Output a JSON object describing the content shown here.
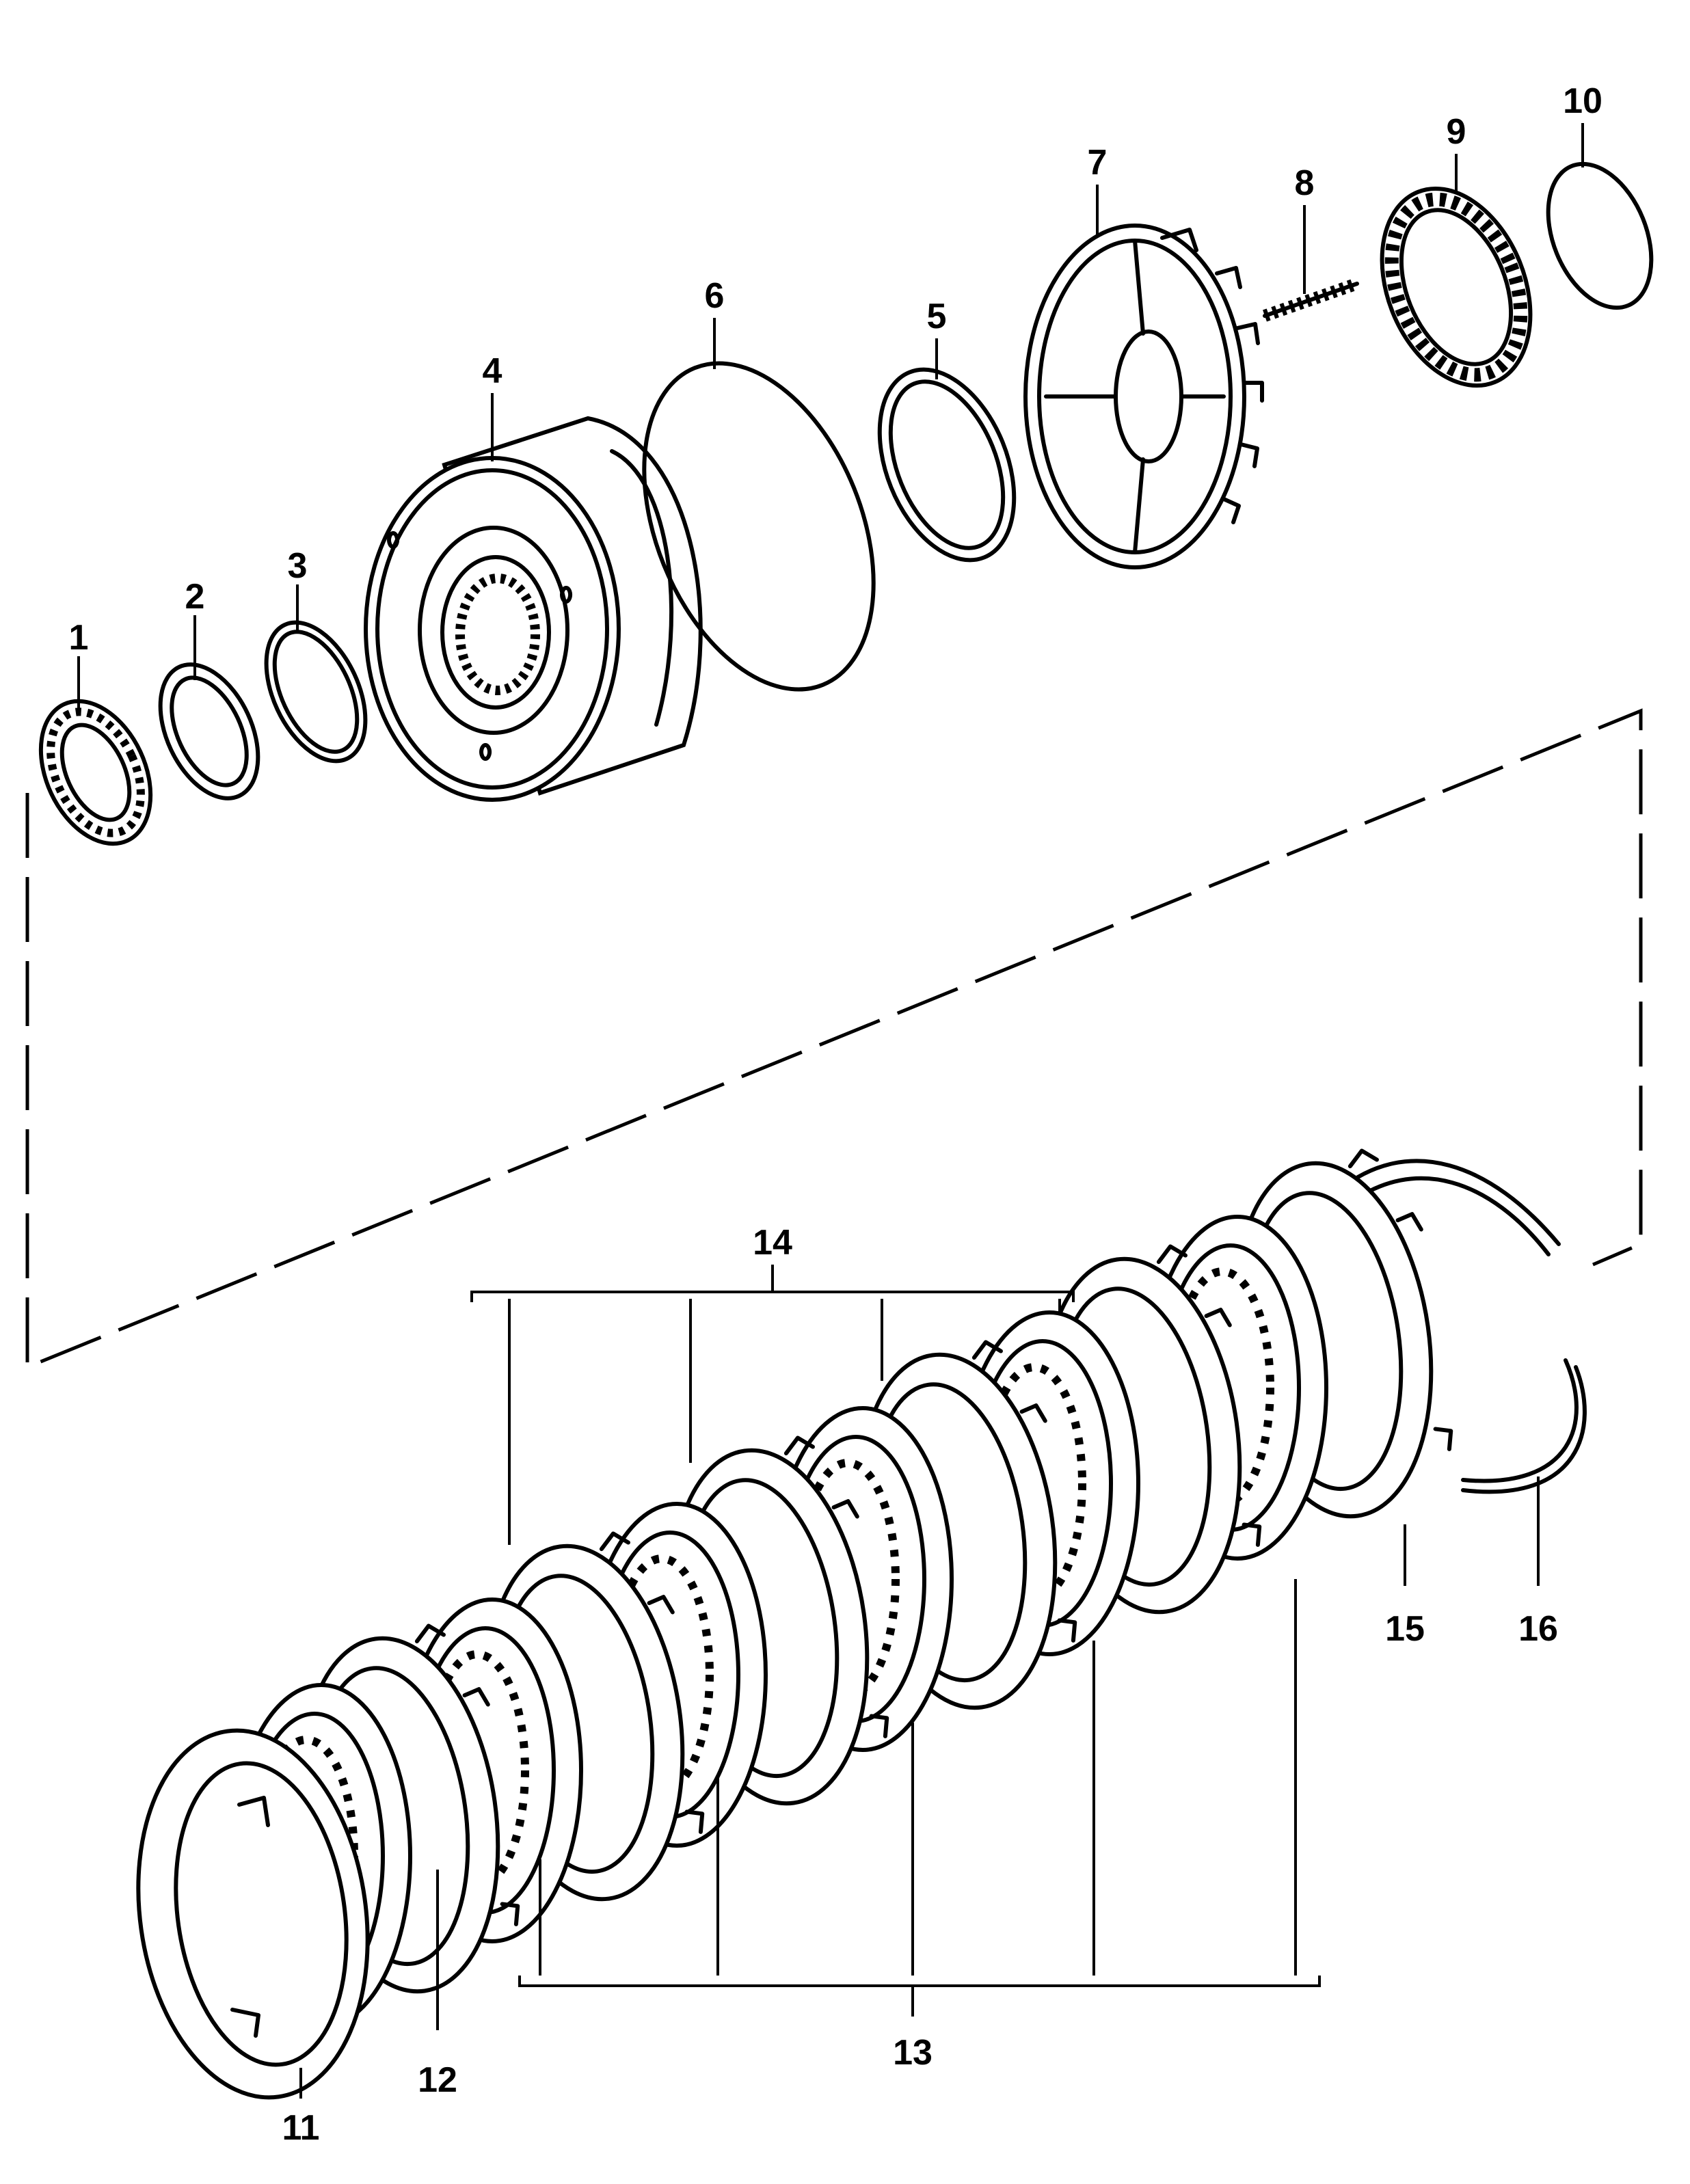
{
  "callouts": {
    "c1": "1",
    "c2": "2",
    "c3": "3",
    "c4": "4",
    "c5": "5",
    "c6": "6",
    "c7": "7",
    "c8": "8",
    "c9": "9",
    "c10": "10",
    "c11": "11",
    "c12": "12",
    "c13": "13",
    "c14": "14",
    "c15": "15",
    "c16": "16"
  },
  "icons": [
    "needle-bearing-icon",
    "thrust-washer-icon",
    "clutch-drum-icon",
    "snap-ring-icon",
    "spring-retainer-icon",
    "spring-icon",
    "hub-icon",
    "clutch-plate-icon"
  ]
}
